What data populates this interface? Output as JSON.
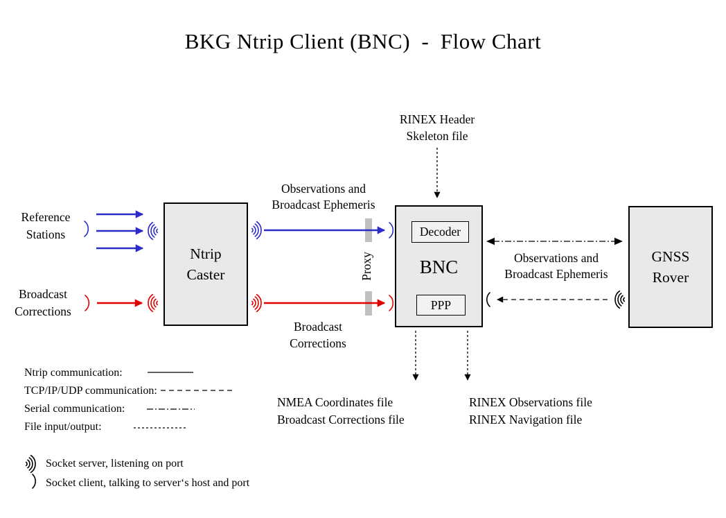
{
  "title": "BKG Ntrip Client (BNC)  -  Flow Chart",
  "nodes": {
    "ntrip_caster": {
      "line1": "Ntrip",
      "line2": "Caster"
    },
    "bnc": {
      "label": "BNC",
      "decoder": "Decoder",
      "ppp": "PPP"
    },
    "gnss_rover": {
      "line1": "GNSS",
      "line2": "Rover"
    }
  },
  "labels": {
    "reference_stations": {
      "line1": "Reference",
      "line2": "Stations"
    },
    "broadcast_corrections_input": {
      "line1": "Broadcast",
      "line2": "Corrections"
    },
    "observations_ephemeris_caster_bnc": {
      "line1": "Observations and",
      "line2": "Broadcast Ephemeris"
    },
    "broadcast_corrections_caster_bnc": {
      "line1": "Broadcast",
      "line2": "Corrections"
    },
    "rinex_header": {
      "line1": "RINEX Header",
      "line2": "Skeleton file"
    },
    "proxy": "Proxy",
    "observations_ephemeris_bnc_rover": {
      "line1": "Observations and",
      "line2": "Broadcast Ephemeris"
    },
    "nmea_output": {
      "line1": "NMEA Coordinates file",
      "line2": "Broadcast Corrections file"
    },
    "rinex_output": {
      "line1": "RINEX Observations file",
      "line2": "RINEX Navigation file"
    }
  },
  "legend": {
    "ntrip": "Ntrip communication:",
    "tcpip": "TCP/IP/UDP communication:",
    "serial": "Serial communication:",
    "file_io": "File input/output:",
    "socket_server": "Socket server, listening on port",
    "socket_client": "Socket client, talking to server‘s host and port"
  },
  "colors": {
    "ntrip_blue": "#2b2bc8",
    "corrections_red": "#e00000",
    "box_fill": "#e9e9e9",
    "box_border": "#000000",
    "proxy_bar_gray": "#c0c0c0"
  }
}
